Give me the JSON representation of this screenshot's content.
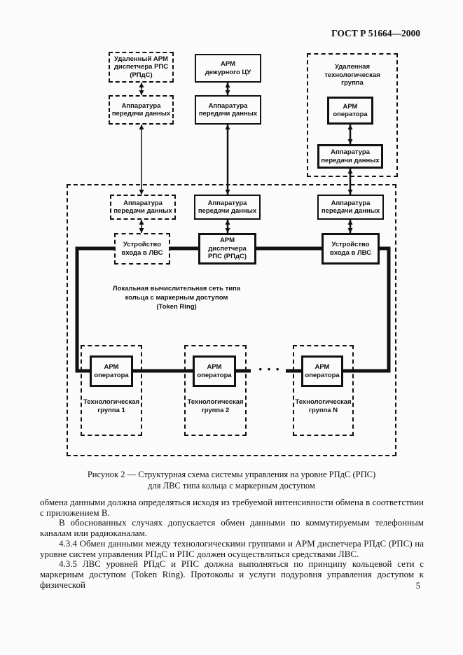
{
  "page": {
    "header": "ГОСТ Р 51664—2000",
    "page_number": "5"
  },
  "diagram": {
    "labels": {
      "remote_arm": "Удаленный АРМ\nдиспетчера РПС\n(РПдС)",
      "apd": "Аппаратура\nпередачи данных",
      "arm_duty": "АРМ\nдежурного ЦУ",
      "remote_group_title": "Удаленная\nтехнологическая\nгруппа",
      "arm_operator": "АРМ\nоператора",
      "lan_entry": "Устройство\nвхода в ЛВС",
      "arm_dispatcher": "АРМ\nдиспетчера\nРПС (РПдС)",
      "lan_title": "Локальная вычислительная сеть типа\nкольца с маркерным доступом\n(Token Ring)",
      "group1": "Технологическая\nгруппа 1",
      "group2": "Технологическая\nгруппа 2",
      "groupN": "Технологическая\nгруппа N",
      "ellipsis": "• • •"
    },
    "caption": "Рисунок 2 — Структурная схема системы управления на уровне РПдС (РПС)\nдля ЛВС типа кольца с маркерным доступом"
  },
  "body": {
    "paragraphs": [
      {
        "text": "обмена данными должна определяться исходя из требуемой интенсивности обмена в соответствии с приложением В."
      },
      {
        "text": "В обоснованных случаях допускается обмен данными по коммутируемым телефонным каналам или радиоканалам."
      },
      {
        "text": "4.3.4 Обмен данными между технологическими группами и АРМ диспетчера РПдС (РПС) на уровне систем управления РПдС и РПС должен осуществляться средствами ЛВС."
      },
      {
        "text": "4.3.5 ЛВС уровней РПдС и РПС должна выполняться по принципу кольцевой сети с маркерным доступом (Token Ring). Протоколы и услуги подуровня управления доступом к физической"
      }
    ]
  },
  "colors": {
    "ink": "#111111",
    "page_bg": "#fbfbfb"
  }
}
